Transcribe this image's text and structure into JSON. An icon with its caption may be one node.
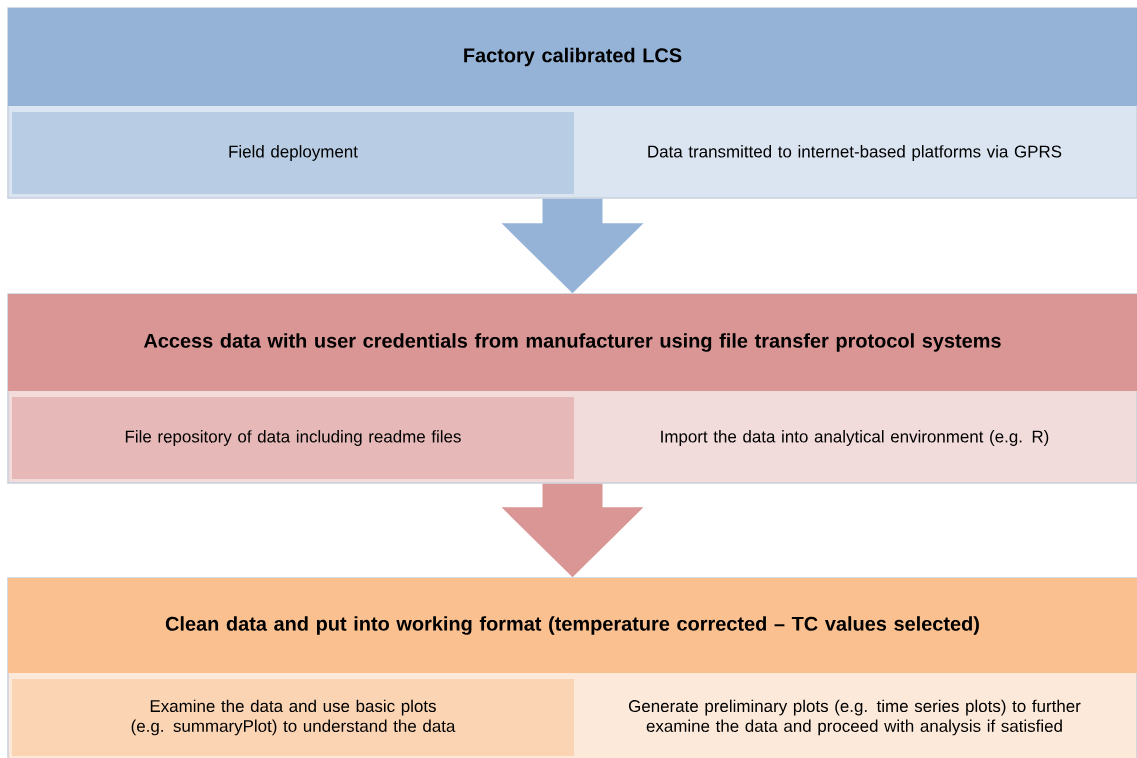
{
  "diagram": {
    "nodes": [
      {
        "text": [
          "Factory calibrated LCS"
        ]
      },
      {
        "text": [
          "Field deployment"
        ],
        "in": 0
      },
      {
        "text": [
          "Data transmitted to internet-based platforms via GPRS"
        ],
        "in": 0
      },
      {
        "text": [
          "Access data with user credentials from manufacturer using file transfer protocol systems"
        ]
      },
      {
        "text": [
          "File repository of data including readme files"
        ],
        "in": 3
      },
      {
        "text": [
          "Import the data into analytical environment (e.g. R)"
        ],
        "in": 3
      },
      {
        "text": [
          "Clean data and put into working format (temperature corrected – TC values selected)"
        ]
      },
      {
        "text": [
          "Examine the data and use basic plots (e.g. summaryPlot) to understand the data"
        ],
        "in": 6
      },
      {
        "text": [
          "Generate preliminary plots (e.g. time series plots) to further examine the data and proceed with analysis if satisfied"
        ],
        "in": 6
      }
    ],
    "edges": [
      {
        "from": 0,
        "to": 3,
        "arrow": "to",
        "color": "#95b3d7"
      },
      {
        "from": 3,
        "to": 6,
        "arrow": "to",
        "color": "#d99694"
      }
    ]
  }
}
